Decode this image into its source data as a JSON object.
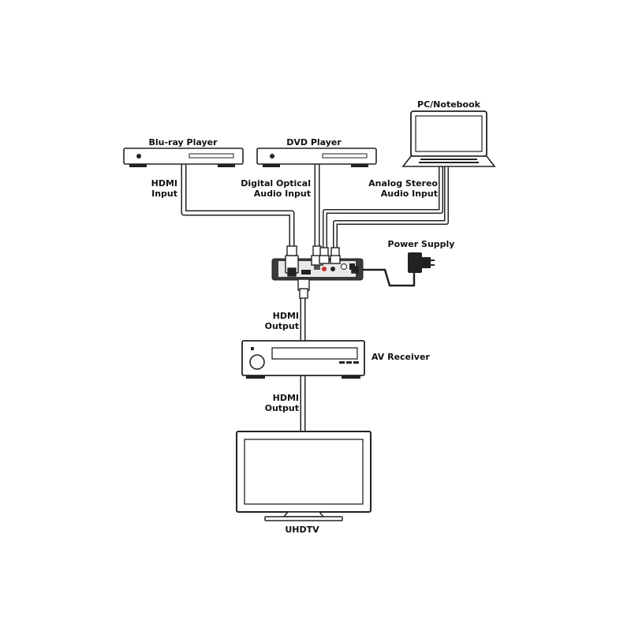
{
  "diagram": {
    "devices": {
      "bluray": {
        "label": "Blu-ray Player"
      },
      "dvd": {
        "label": "DVD Player"
      },
      "pc": {
        "label": "PC/Notebook"
      },
      "power": {
        "label": "Power Supply"
      },
      "receiver": {
        "label": "AV Receiver"
      },
      "tv": {
        "label": "UHDTV"
      }
    },
    "connections": {
      "hdmi_input": {
        "line1": "HDMI",
        "line2": "Input"
      },
      "optical_input": {
        "line1": "Digital Optical",
        "line2": "Audio Input"
      },
      "analog_input": {
        "line1": "Analog Stereo",
        "line2": "Audio Input"
      },
      "hdmi_output_1": {
        "line1": "HDMI",
        "line2": "Output"
      },
      "hdmi_output_2": {
        "line1": "HDMI",
        "line2": "Output"
      }
    },
    "colors": {
      "line": "#222222",
      "cable_fill": "#ffffff",
      "device_fill": "#ffffff",
      "hub_fill": "#3a3a3a",
      "hub_panel": "#e8e8e8"
    }
  }
}
